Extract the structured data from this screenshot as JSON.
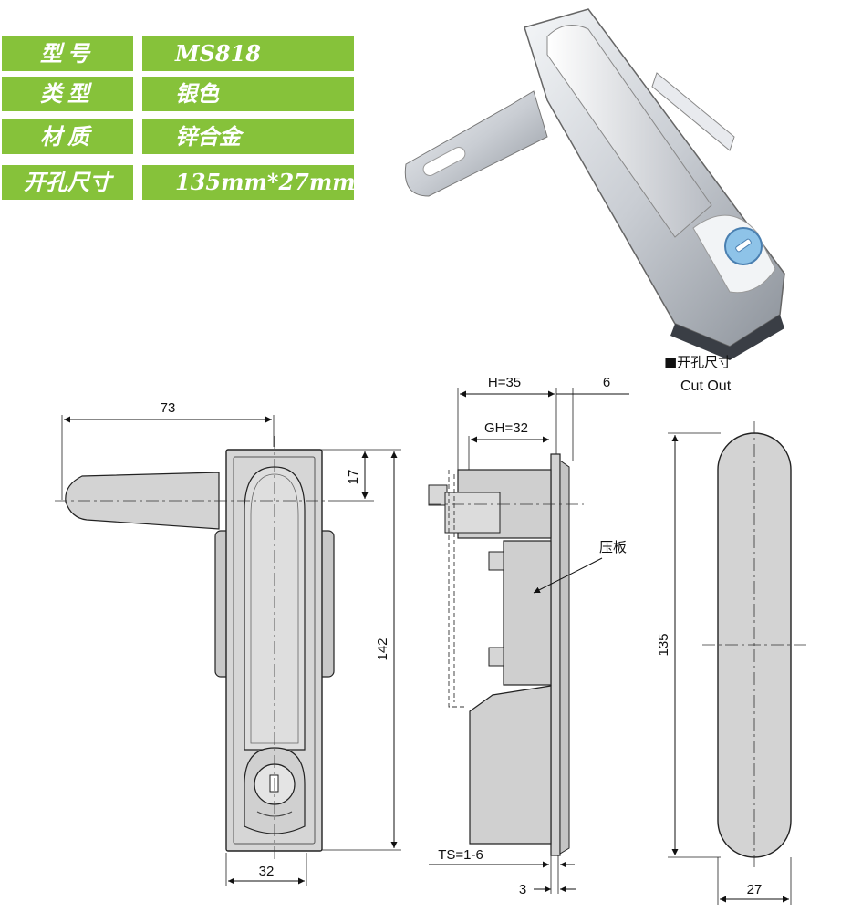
{
  "spec_table": [
    {
      "key": "型号",
      "value": "MS818"
    },
    {
      "key": "类型",
      "value": "银色"
    },
    {
      "key": "材质",
      "value": "锌合金"
    },
    {
      "key": "开孔尺寸",
      "value": "135mm*27mm"
    }
  ],
  "dimensions": {
    "handle_length": "73",
    "top_offset": "17",
    "total_height": "142",
    "body_width": "32",
    "housing_depth": "H=35",
    "flange_thickness": "6",
    "gear_depth": "GH=32",
    "panel_thickness": "TS=1-6",
    "gap": "3",
    "cutout_height": "135",
    "cutout_width": "27"
  },
  "labels": {
    "pressure_plate": "压板",
    "cutout_title_cn": "■开孔尺寸",
    "cutout_title_en": "Cut Out"
  },
  "colors": {
    "spec_bg": "#86c23a",
    "part_fill": "#d3d3d3",
    "line": "#222222"
  }
}
